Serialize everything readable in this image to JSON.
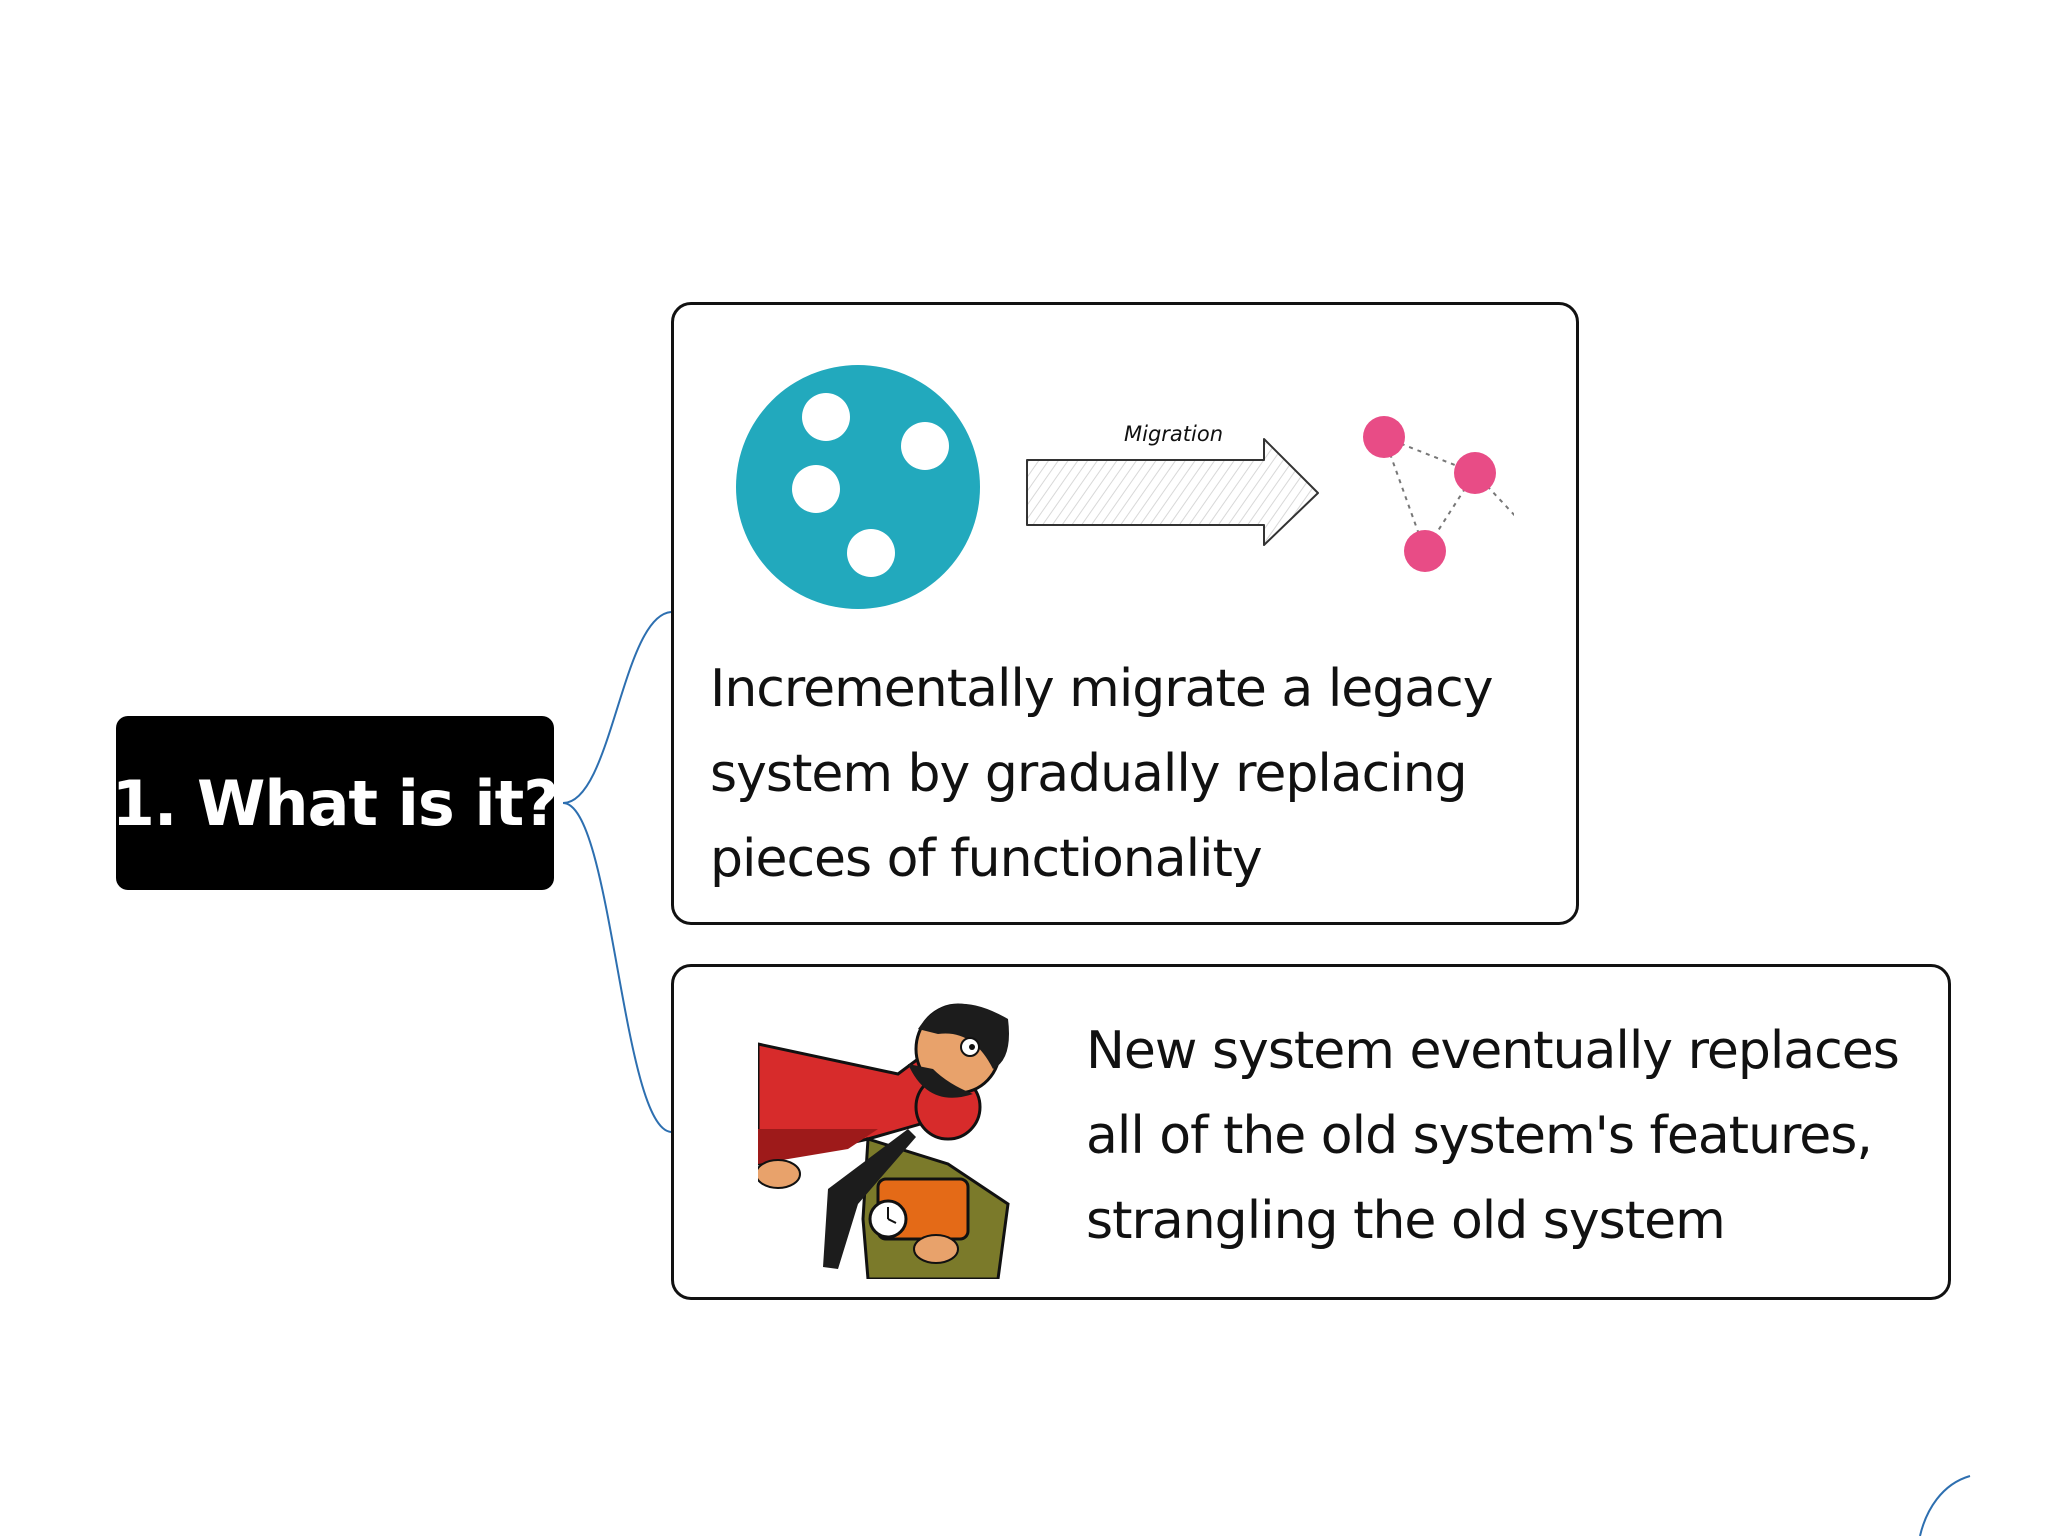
{
  "root": {
    "label": "1. What is it?"
  },
  "nodes": [
    {
      "text": "Incrementally migrate a legacy system by gradually replacing pieces of functionality",
      "illustration": {
        "arrow_label": "Migration",
        "monolith_color": "#22A9BD",
        "service_color": "#E84C86"
      }
    },
    {
      "text": "New system eventually replaces all of the old system's features, strangling the old system"
    }
  ],
  "colors": {
    "connector": "#2D6FB0",
    "card_border": "#111111",
    "root_background": "#000000"
  }
}
